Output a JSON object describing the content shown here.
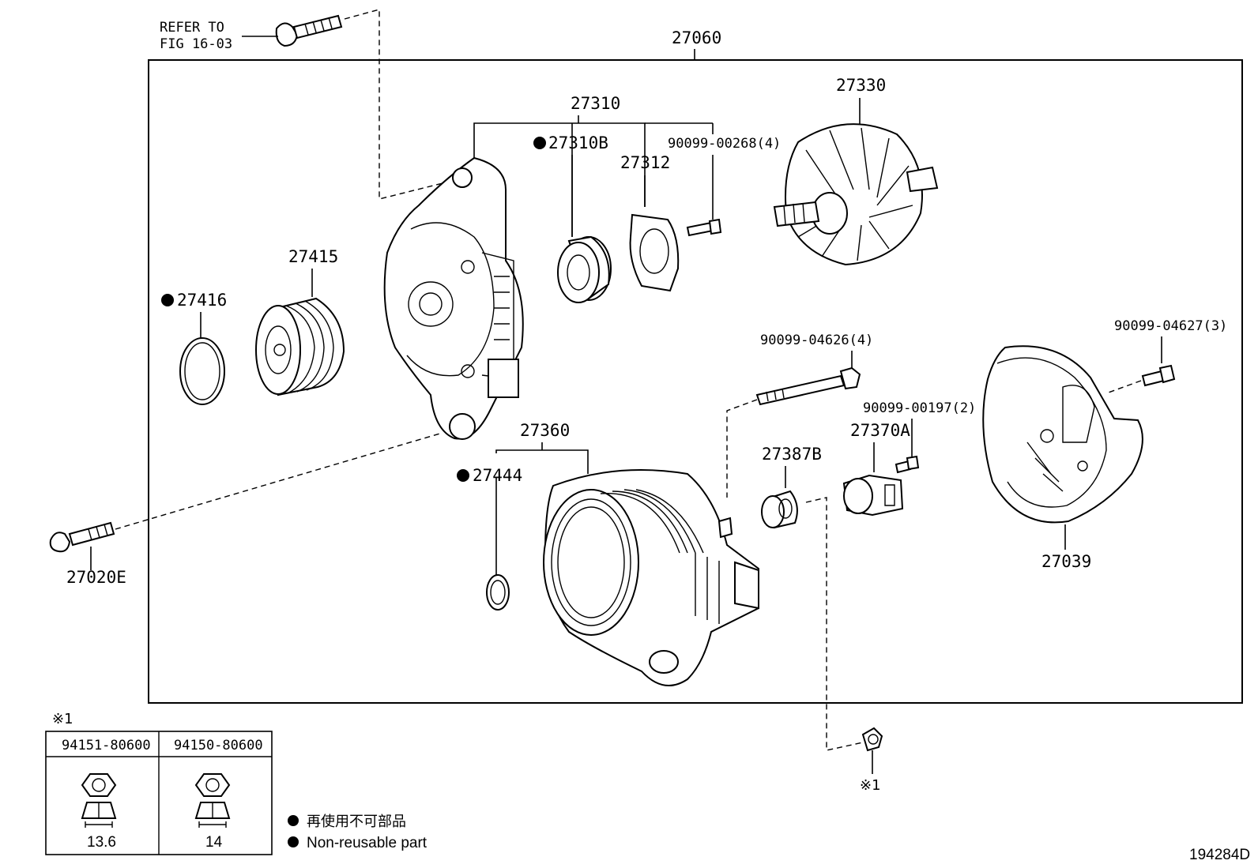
{
  "header": {
    "refer_line1": "REFER TO",
    "refer_line2": "FIG 16-03",
    "assembly_label": "27060"
  },
  "parts": {
    "p27310": "27310",
    "p27310b": "27310B",
    "p27312": "27312",
    "p90099_00268": "90099-00268(4)",
    "p27330": "27330",
    "p27415": "27415",
    "p27416": "27416",
    "p90099_04626": "90099-04626(4)",
    "p90099_04627": "90099-04627(3)",
    "p90099_00197": "90099-00197(2)",
    "p27370a": "27370A",
    "p27387b": "27387B",
    "p27360": "27360",
    "p27444": "27444",
    "p27039": "27039",
    "p27020e": "27020E",
    "note_nut": "※1"
  },
  "nut_table": {
    "marker": "※1",
    "col1_part": "94151-80600",
    "col1_size": "13.6",
    "col2_part": "94150-80600",
    "col2_size": "14"
  },
  "legend": {
    "line_jp": "再使用不可部品",
    "line_en": "Non-reusable part"
  },
  "figure_id": "194284D"
}
